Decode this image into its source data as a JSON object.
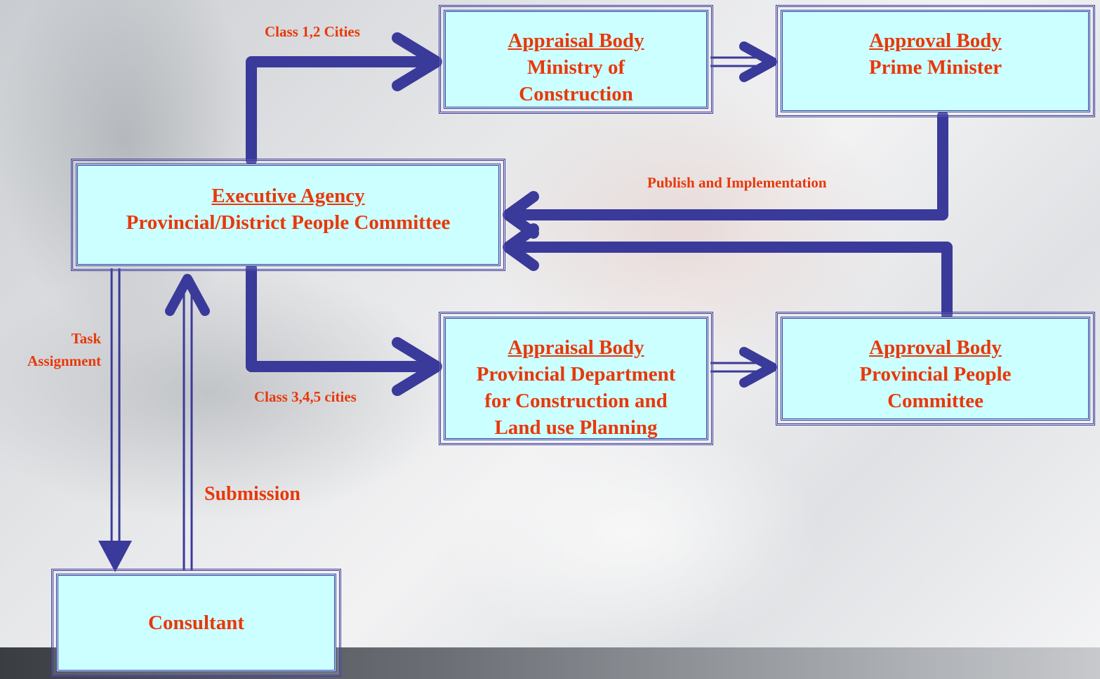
{
  "colors": {
    "box_fill": "#ccffff",
    "box_border": "#3a3a9a",
    "text": "#e8380a",
    "arrow": "#3a3a9a"
  },
  "boxes": {
    "executive": {
      "title": "Executive Agency",
      "lines": [
        "Provincial/District People Committee"
      ]
    },
    "appraisal_ministry": {
      "title": "Appraisal Body",
      "lines": [
        "Ministry of",
        "Construction"
      ]
    },
    "approval_pm": {
      "title": "Approval Body",
      "lines": [
        "Prime Minister"
      ]
    },
    "appraisal_provincial": {
      "title": "Appraisal Body",
      "lines": [
        "Provincial Department",
        "for Construction and",
        "Land use Planning"
      ]
    },
    "approval_provincial": {
      "title": "Approval Body",
      "lines": [
        "Provincial People",
        "Committee"
      ]
    },
    "consultant": {
      "title": "",
      "lines": [
        "Consultant"
      ]
    }
  },
  "labels": {
    "class12": "Class 1,2 Cities",
    "class345": "Class 3,4,5 cities",
    "publish": "Publish and Implementation",
    "task_line1": "Task",
    "task_line2": "Assignment",
    "submission": "Submission"
  }
}
